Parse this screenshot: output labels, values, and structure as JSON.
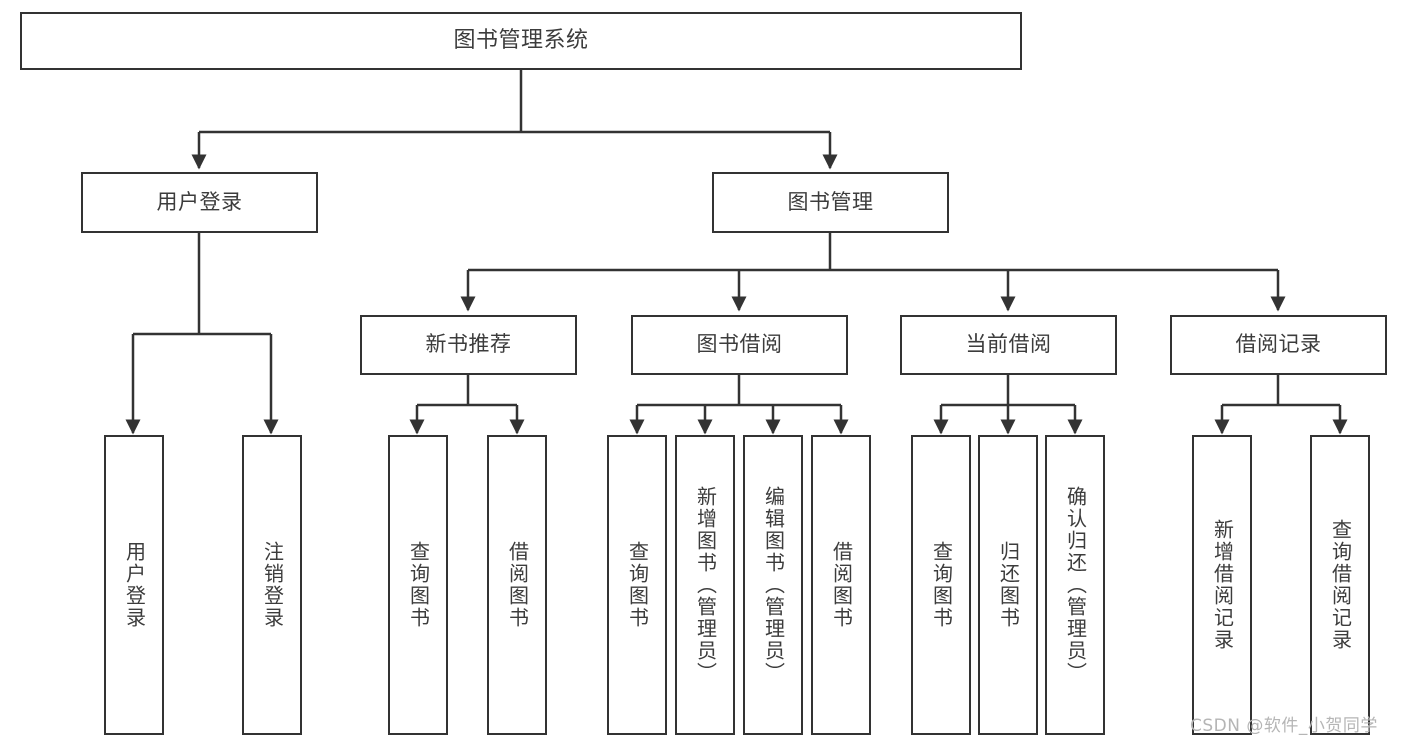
{
  "diagram": {
    "title": "图书管理系统",
    "type": "tree-hierarchy",
    "root": {
      "label": "图书管理系统"
    },
    "level1": [
      {
        "label": "用户登录"
      },
      {
        "label": "图书管理"
      }
    ],
    "level2": [
      {
        "label": "新书推荐"
      },
      {
        "label": "图书借阅"
      },
      {
        "label": "当前借阅"
      },
      {
        "label": "借阅记录"
      }
    ],
    "leaves": {
      "user_login": [
        {
          "label": "用户登录"
        },
        {
          "label": "注销登录"
        }
      ],
      "new_book_recommend": [
        {
          "label": "查询图书"
        },
        {
          "label": "借阅图书"
        }
      ],
      "book_borrow": [
        {
          "label": "查询图书"
        },
        {
          "label": "新增图书（管理员）"
        },
        {
          "label": "编辑图书（管理员）"
        },
        {
          "label": "借阅图书"
        }
      ],
      "current_borrow": [
        {
          "label": "查询图书"
        },
        {
          "label": "归还图书"
        },
        {
          "label": "确认归还（管理员）"
        }
      ],
      "borrow_record": [
        {
          "label": "新增借阅记录"
        },
        {
          "label": "查询借阅记录"
        }
      ]
    }
  },
  "watermark": {
    "text": "CSDN @软件_小贺同学"
  },
  "colors": {
    "stroke": "#333333",
    "text": "#3c3c3c",
    "background": "#ffffff",
    "watermark": "#b5b5b5"
  }
}
